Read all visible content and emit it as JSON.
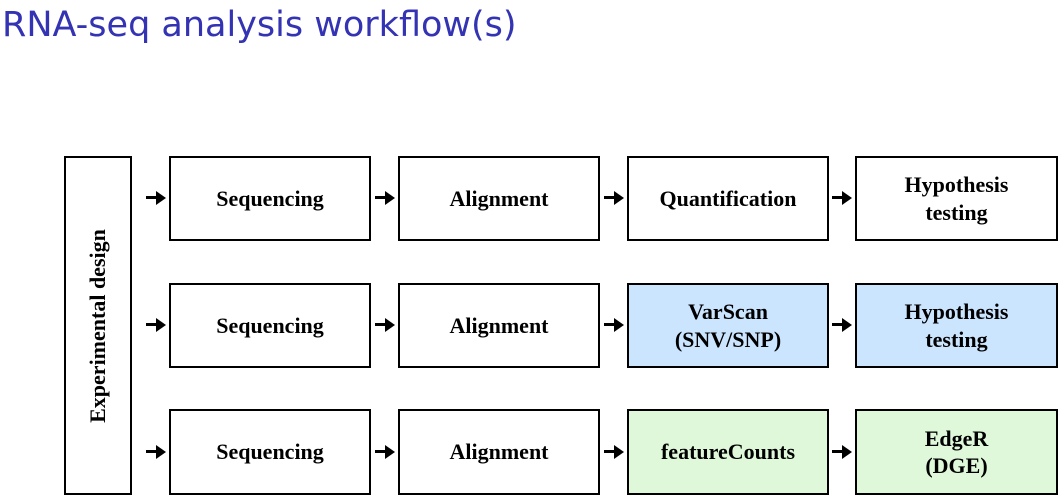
{
  "title": "RNA-seq analysis workflow(s)",
  "colors": {
    "title": "#3333b3",
    "white": "#ffffff",
    "blue": "#cce5ff",
    "green": "#dff8da"
  },
  "diagram": {
    "start_label": "Experimental design",
    "rows": [
      {
        "steps": [
          {
            "label": "Sequencing",
            "fill": "white"
          },
          {
            "label": "Alignment",
            "fill": "white"
          },
          {
            "label": "Quantification",
            "fill": "white"
          },
          {
            "label": "Hypothesis\ntesting",
            "fill": "white"
          }
        ]
      },
      {
        "steps": [
          {
            "label": "Sequencing",
            "fill": "white"
          },
          {
            "label": "Alignment",
            "fill": "white"
          },
          {
            "label": "VarScan\n(SNV/SNP)",
            "fill": "blue"
          },
          {
            "label": "Hypothesis\ntesting",
            "fill": "blue"
          }
        ]
      },
      {
        "steps": [
          {
            "label": "Sequencing",
            "fill": "white"
          },
          {
            "label": "Alignment",
            "fill": "white"
          },
          {
            "label": "featureCounts",
            "fill": "green"
          },
          {
            "label": "EdgeR\n(DGE)",
            "fill": "green"
          }
        ]
      }
    ]
  }
}
